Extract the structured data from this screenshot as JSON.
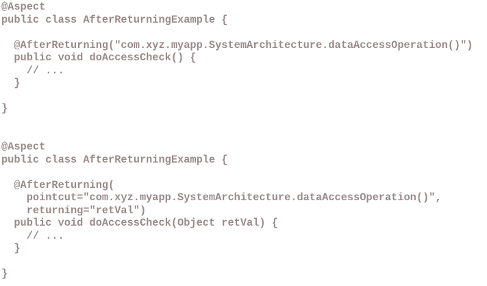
{
  "code_blocks": [
    {
      "lines": [
        "@Aspect",
        "public class AfterReturningExample {",
        "",
        "  @AfterReturning(\"com.xyz.myapp.SystemArchitecture.dataAccessOperation()\")",
        "  public void doAccessCheck() {",
        "    // ...",
        "  }",
        "",
        "}"
      ]
    },
    {
      "lines": [
        "@Aspect",
        "public class AfterReturningExample {",
        "",
        "  @AfterReturning(",
        "    pointcut=\"com.xyz.myapp.SystemArchitecture.dataAccessOperation()\",",
        "    returning=\"retVal\")",
        "  public void doAccessCheck(Object retVal) {",
        "    // ...",
        "  }",
        "",
        "}"
      ]
    }
  ]
}
